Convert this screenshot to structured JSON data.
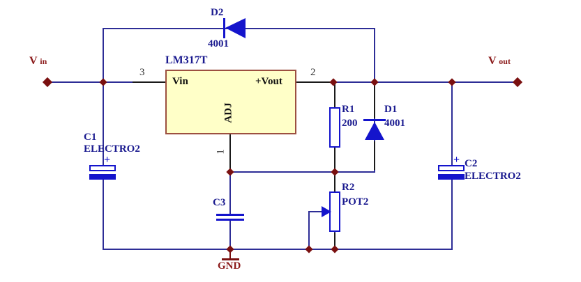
{
  "nets": {
    "vin": {
      "base": "V",
      "sub": "in"
    },
    "vout": {
      "base": "V",
      "sub": "out"
    },
    "gnd": "GND"
  },
  "ic": {
    "name": "LM317T",
    "pins": {
      "vin": {
        "label": "Vin",
        "number": "3"
      },
      "vout": {
        "label": "+Vout",
        "number": "2"
      },
      "adj": {
        "label": "ADJ",
        "number": "1"
      }
    }
  },
  "components": {
    "D2": {
      "ref": "D2",
      "value": "4001",
      "type": "diode"
    },
    "D1": {
      "ref": "D1",
      "value": "4001",
      "type": "diode"
    },
    "R1": {
      "ref": "R1",
      "value": "200",
      "type": "resistor"
    },
    "R2": {
      "ref": "R2",
      "value": "POT2",
      "type": "potentiometer"
    },
    "C1": {
      "ref": "C1",
      "value": "ELECTRO2",
      "polarity": "+",
      "type": "electrolytic-capacitor"
    },
    "C2": {
      "ref": "C2",
      "value": "ELECTRO2",
      "polarity": "+",
      "type": "electrolytic-capacitor"
    },
    "C3": {
      "ref": "C3",
      "type": "capacitor"
    }
  },
  "colors": {
    "wire": "#2d2d96",
    "symbol": "#1414cc",
    "component_label": "#1a1a8f",
    "net_label": "#8b1a1a",
    "junction": "#7a1010",
    "pin_stub": "#1a1a1a",
    "ic_fill": "#ffffc8",
    "ic_border": "#9c5040",
    "pin_number": "#333333",
    "background": "#ffffff"
  }
}
